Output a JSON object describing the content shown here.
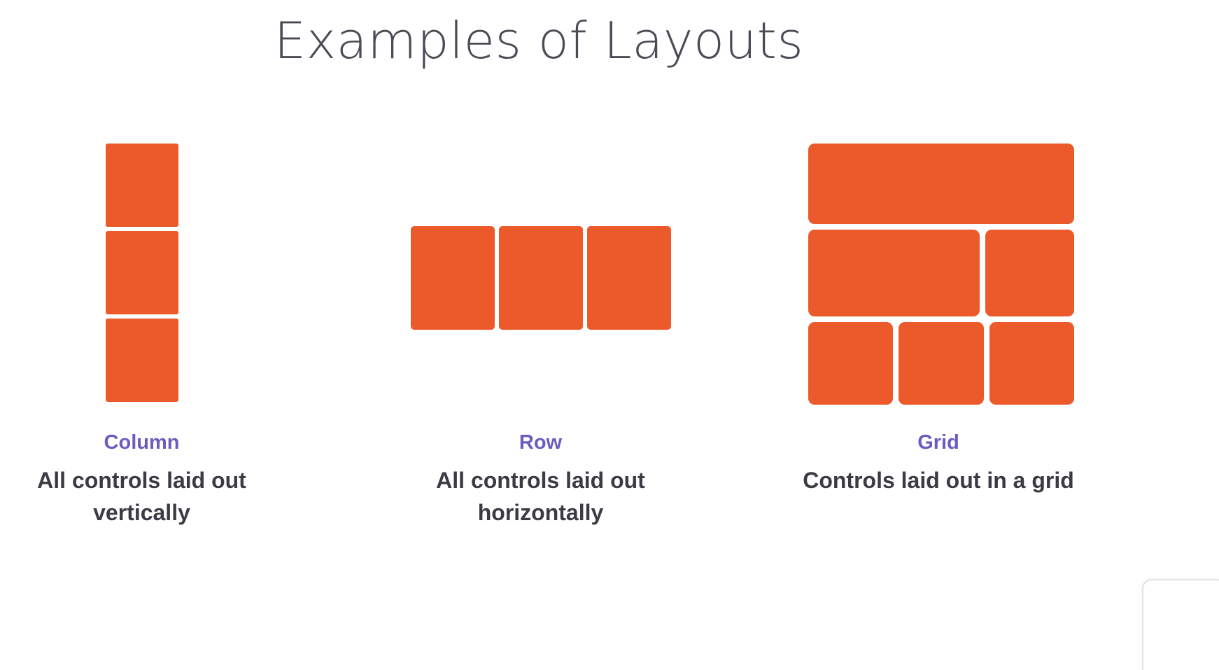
{
  "slide": {
    "title": "Examples of Layouts",
    "background_color": "#ffffff",
    "title_color": "#4b4b56"
  },
  "theme": {
    "block_color": "#ec5a2b",
    "label_color": "#6b5cc0",
    "description_color": "#3b3b44"
  },
  "examples": [
    {
      "id": "column",
      "label": "Column",
      "description": "All controls laid out vertically",
      "block_count": 3,
      "arrangement": "vertical-stack"
    },
    {
      "id": "row",
      "label": "Row",
      "description": "All controls laid out horizontally",
      "block_count": 3,
      "arrangement": "horizontal-stack"
    },
    {
      "id": "grid",
      "label": "Grid",
      "description": "Controls laid out in a grid",
      "block_count": 6,
      "arrangement": "grid-3-rows"
    }
  ]
}
